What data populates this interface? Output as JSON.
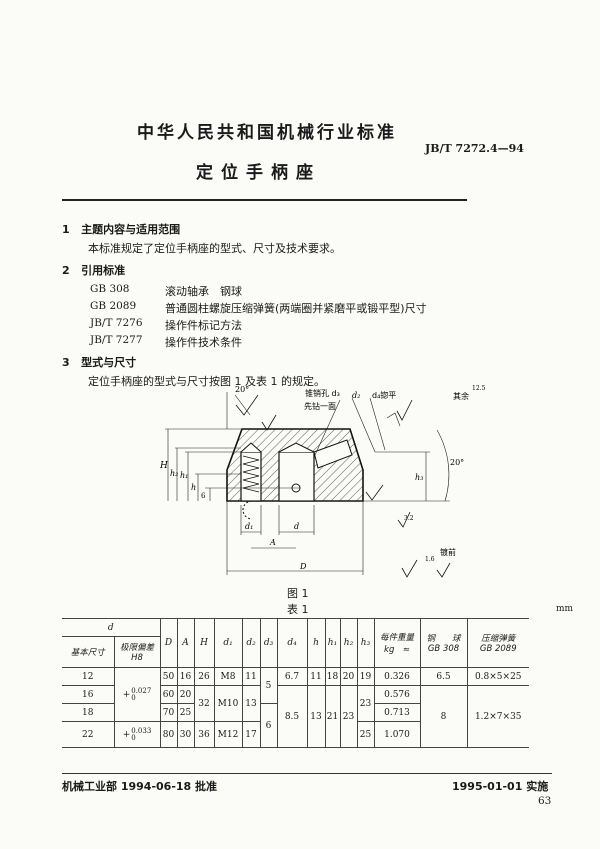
{
  "header": {
    "standard_body": "中华人民共和国机械行业标准",
    "code": "JB/T 7272.4—94",
    "title": "定位手柄座"
  },
  "sections": [
    {
      "num": "1",
      "heading": "主题内容与适用范围",
      "body": "本标准规定了定位手柄座的型式、尺寸及技术要求。"
    },
    {
      "num": "2",
      "heading": "引用标准",
      "refs": [
        {
          "code": "GB 308",
          "name": "滚动轴承　钢球"
        },
        {
          "code": "GB 2089",
          "name": "普通圆柱螺旋压缩弹簧(两端圈并紧磨平或锻平型)尺寸"
        },
        {
          "code": "JB/T 7276",
          "name": "操作件标记方法"
        },
        {
          "code": "JB/T 7277",
          "name": "操作件技术条件"
        }
      ]
    },
    {
      "num": "3",
      "heading": "型式与尺寸",
      "body": "定位手柄座的型式与尺寸按图 1 及表 1 的规定。"
    }
  ],
  "figure": {
    "caption": "图 1",
    "labels": {
      "angle_top": "20°",
      "angle_right": "20°",
      "taper_hole": "锥销孔 d₃",
      "drill_note": "先钻一面",
      "d2": "d₂",
      "d4_spotface": "d₄锪平",
      "rest": "其余",
      "rest_roughness": "12.5",
      "roughness_32": "3.2",
      "roughness_16": "1.6",
      "plating_note": "镀前",
      "H": "H",
      "h2": "h₂",
      "h1": "h₁",
      "h": "h",
      "six": "6",
      "h3": "h₃",
      "d1": "d₁",
      "d": "d",
      "A": "A",
      "D": "D",
      "roughness_sample": "√=",
      "roughness_32b": "3.2"
    }
  },
  "table": {
    "caption": "表 1",
    "unit": "mm",
    "headers": {
      "d": "d",
      "basic": "基本尺寸",
      "tol": "极限偏差",
      "tol_grade": "H8",
      "D": "D",
      "A": "A",
      "H": "H",
      "d1": "d₁",
      "d2": "d₂",
      "d3": "d₃",
      "d4": "d₄",
      "h": "h",
      "h1": "h₁",
      "h2": "h₂",
      "h3": "h₃",
      "weight": "每件重量",
      "weight_unit": "kg　≈",
      "ball": "钢　　球",
      "ball_std": "GB 308",
      "spring": "压缩弹簧",
      "spring_std": "GB 2089"
    },
    "rows": [
      {
        "basic": "12",
        "D": "50",
        "A": "16",
        "H": "26",
        "d1": "M8",
        "d2": "11",
        "d3": "5",
        "d4": "6.7",
        "h": "11",
        "h1": "18",
        "h2": "20",
        "h3": "19",
        "weight": "0.326",
        "ball": "6.5",
        "spring": "0.8×5×25"
      },
      {
        "basic": "16",
        "D": "60",
        "A": "20",
        "H": "32",
        "d1": "M10",
        "d2": "13",
        "d4": "8.5",
        "h": "13",
        "h1": "21",
        "h2": "23",
        "h3": "23",
        "weight": "0.576",
        "ball": "8",
        "spring": "1.2×7×35"
      },
      {
        "basic": "18",
        "D": "70",
        "A": "25",
        "d3": "6",
        "weight": "0.713"
      },
      {
        "basic": "22",
        "D": "80",
        "A": "30",
        "H": "36",
        "d1": "M12",
        "d2": "17",
        "h3": "25",
        "weight": "1.070"
      }
    ],
    "tolerances": [
      {
        "sign": "+",
        "upper": "0.027",
        "lower": "0"
      },
      {
        "sign": "+",
        "upper": "0.033",
        "lower": "0"
      }
    ]
  },
  "footer": {
    "approved": "机械工业部 1994-06-18 批准",
    "effective": "1995-01-01 实施",
    "page": "63"
  }
}
